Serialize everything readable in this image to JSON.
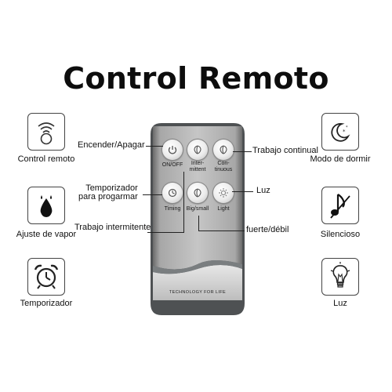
{
  "title": "Control Remoto",
  "features_left": [
    {
      "label": "Control remoto",
      "icon": "wifi-signal-icon"
    },
    {
      "label": "Ajuste de vapor",
      "icon": "water-drops-icon"
    },
    {
      "label": "Temporizador",
      "icon": "alarm-clock-icon"
    }
  ],
  "features_right": [
    {
      "label": "Modo de dormir",
      "icon": "moon-stars-icon"
    },
    {
      "label": "Silencioso",
      "icon": "muted-note-icon"
    },
    {
      "label": "Luz",
      "icon": "light-bulb-icon"
    }
  ],
  "callouts": {
    "onoff": "Encender/Apagar",
    "timer_line1": "Temporizador",
    "timer_line2": "para progarmar",
    "intermittent": "Trabajo intermitente",
    "continuous": "Trabajo continual",
    "light": "Luz",
    "strength": "fuerte/débil"
  },
  "remote": {
    "buttons": [
      {
        "id": "on-off",
        "label": "ON/OFF",
        "icon": "power-icon"
      },
      {
        "id": "intermittent",
        "label": "Inter-\nmittent",
        "icon": "swirl-icon"
      },
      {
        "id": "continuous",
        "label": "Con-\ntinuous",
        "icon": "swirl-icon"
      },
      {
        "id": "timing",
        "label": "Timing",
        "icon": "clock-icon"
      },
      {
        "id": "big-small",
        "label": "Big/small",
        "icon": "swirl-icon"
      },
      {
        "id": "light",
        "label": "Light",
        "icon": "sun-icon"
      }
    ],
    "tagline": "TECHNOLOGY FOR LIFE"
  }
}
